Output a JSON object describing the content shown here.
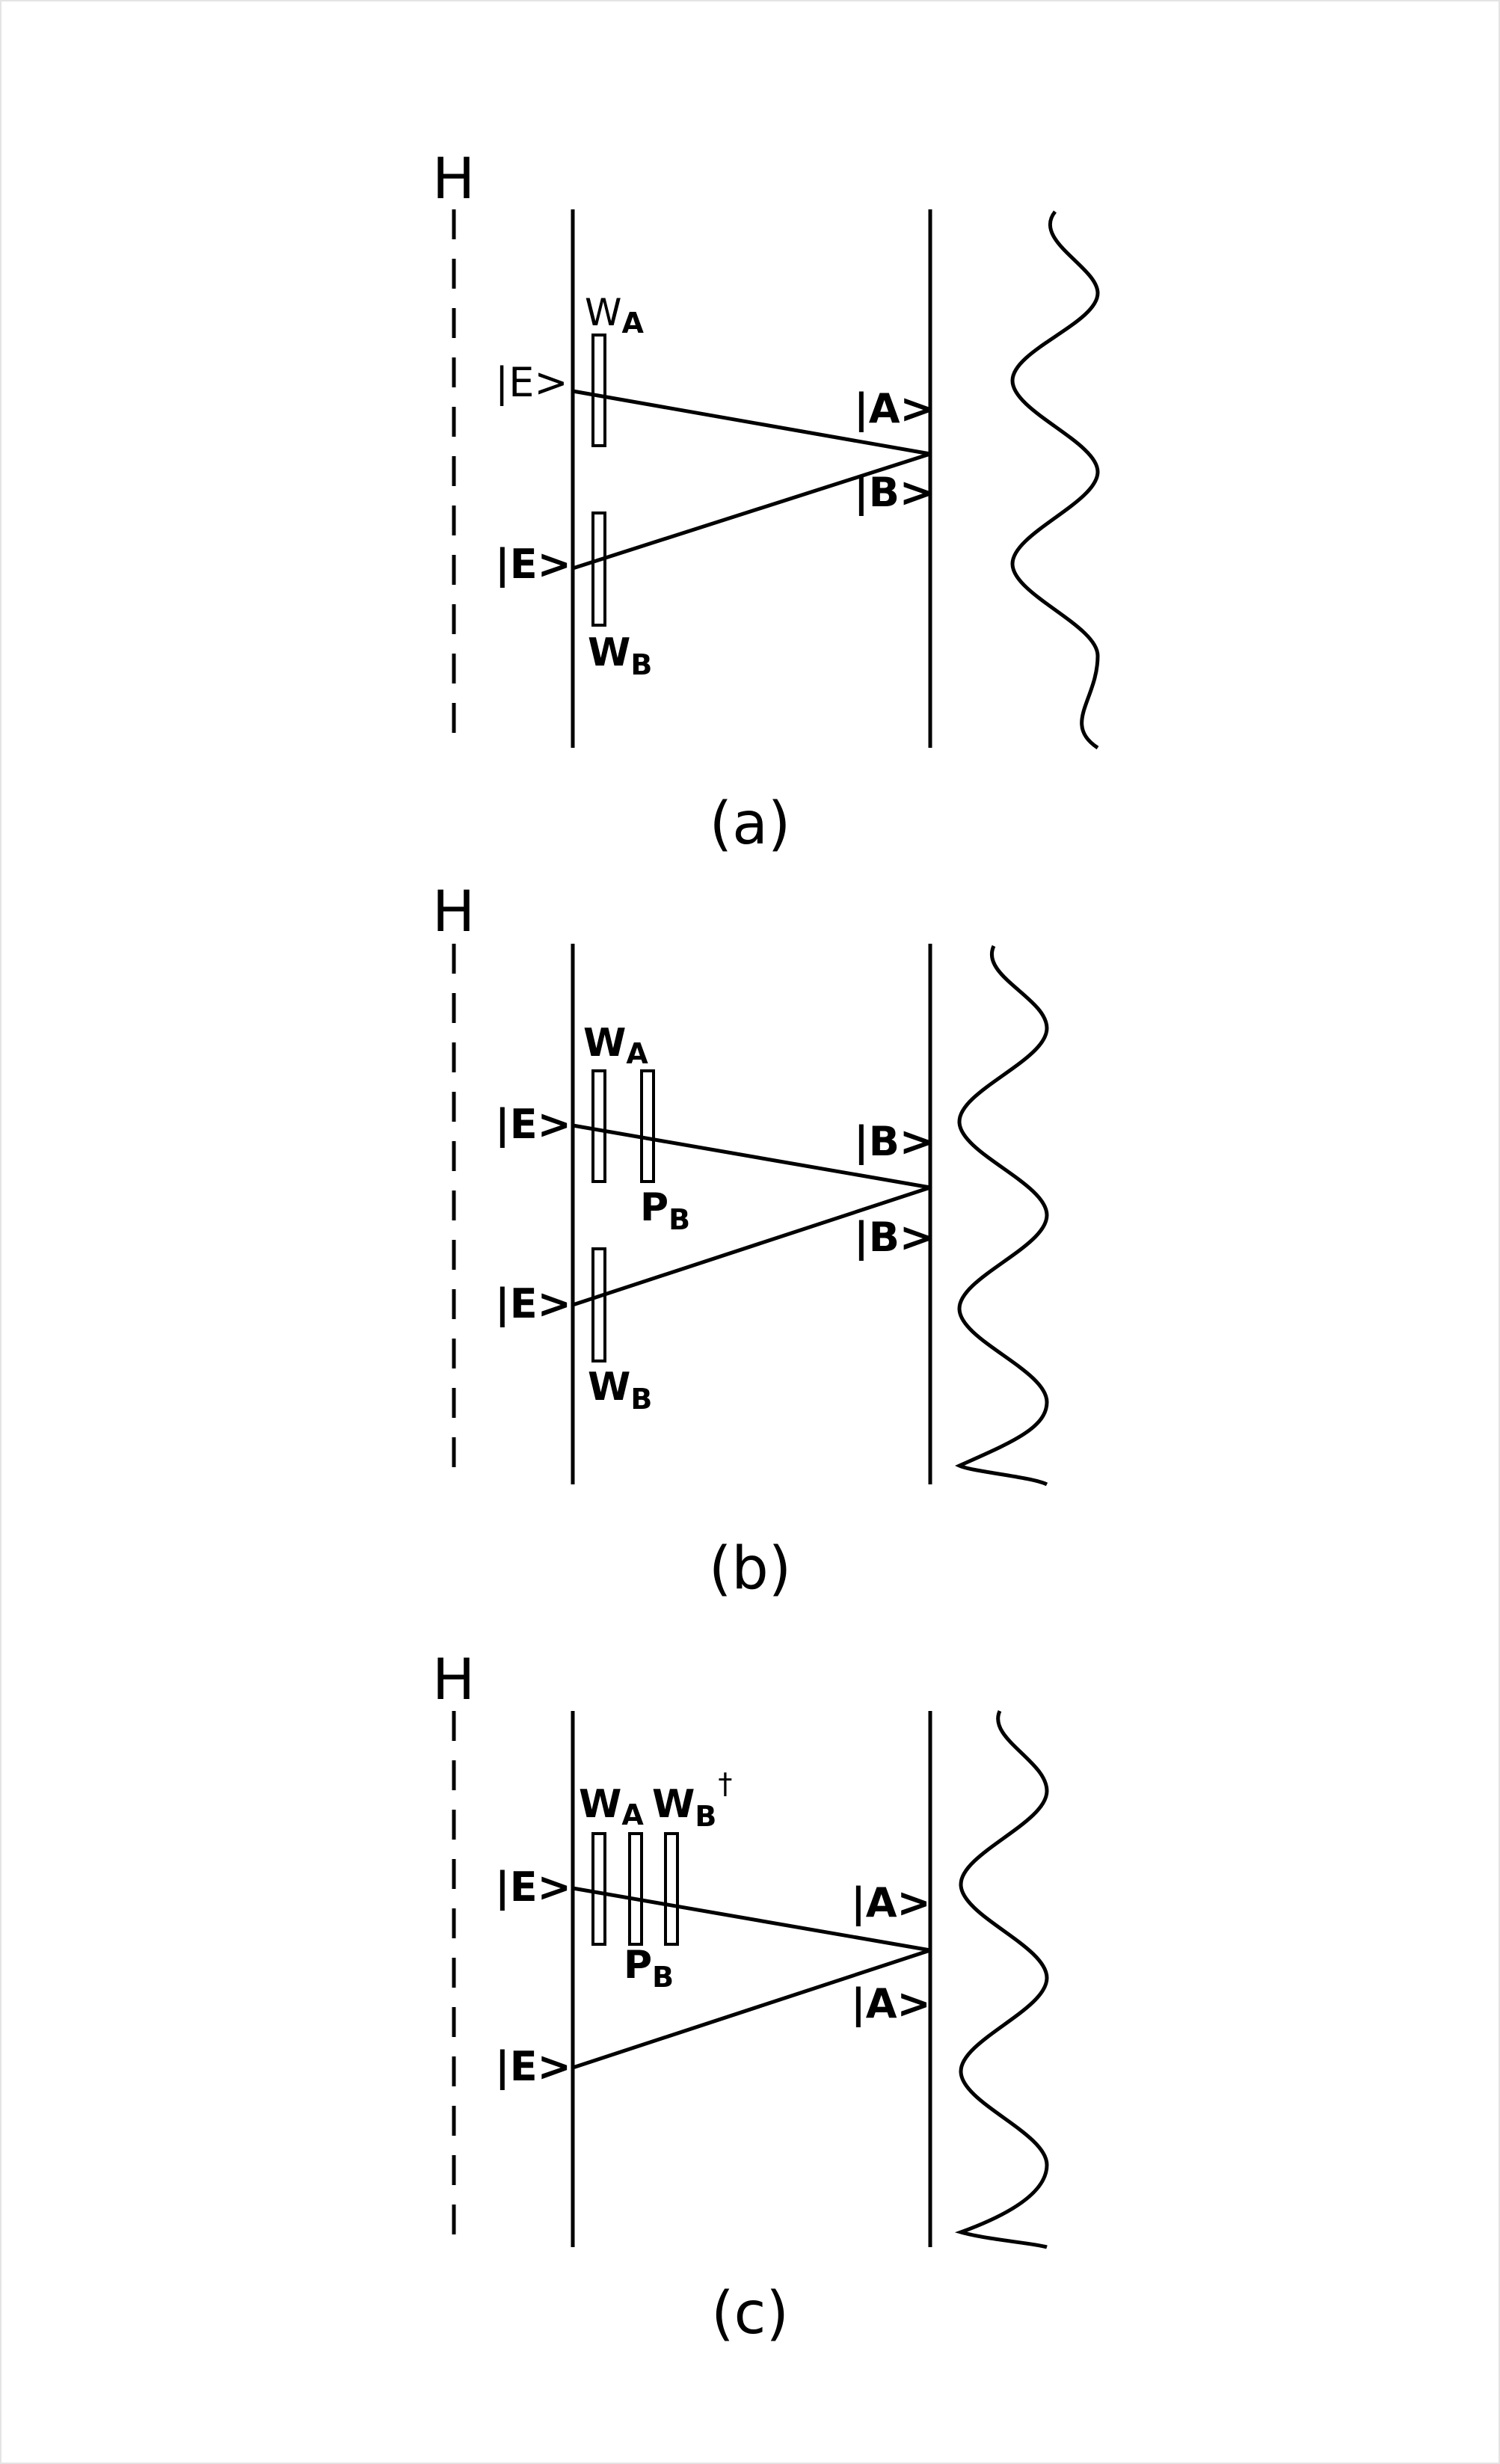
{
  "figure": {
    "panels": [
      {
        "caption": "(a)",
        "H_label": "H",
        "source_labels": [
          "|E>",
          "|E>"
        ],
        "screen_labels": [
          "|A>",
          "|B>"
        ],
        "operators": [
          {
            "name": "W",
            "sub": "A",
            "sup": ""
          },
          {
            "name": "W",
            "sub": "B",
            "sup": ""
          }
        ]
      },
      {
        "caption": "(b)",
        "H_label": "H",
        "source_labels": [
          "|E>",
          "|E>"
        ],
        "screen_labels": [
          "|B>",
          "|B>"
        ],
        "operators": [
          {
            "name": "W",
            "sub": "A",
            "sup": ""
          },
          {
            "name": "P",
            "sub": "B",
            "sup": ""
          },
          {
            "name": "W",
            "sub": "B",
            "sup": ""
          }
        ]
      },
      {
        "caption": "(c)",
        "H_label": "H",
        "source_labels": [
          "|E>",
          "|E>"
        ],
        "screen_labels": [
          "|A>",
          "|A>"
        ],
        "operators": [
          {
            "name": "W",
            "sub": "A",
            "sup": ""
          },
          {
            "name": "W",
            "sub": "B",
            "sup": "†"
          },
          {
            "name": "P",
            "sub": "B",
            "sup": ""
          }
        ]
      }
    ]
  }
}
